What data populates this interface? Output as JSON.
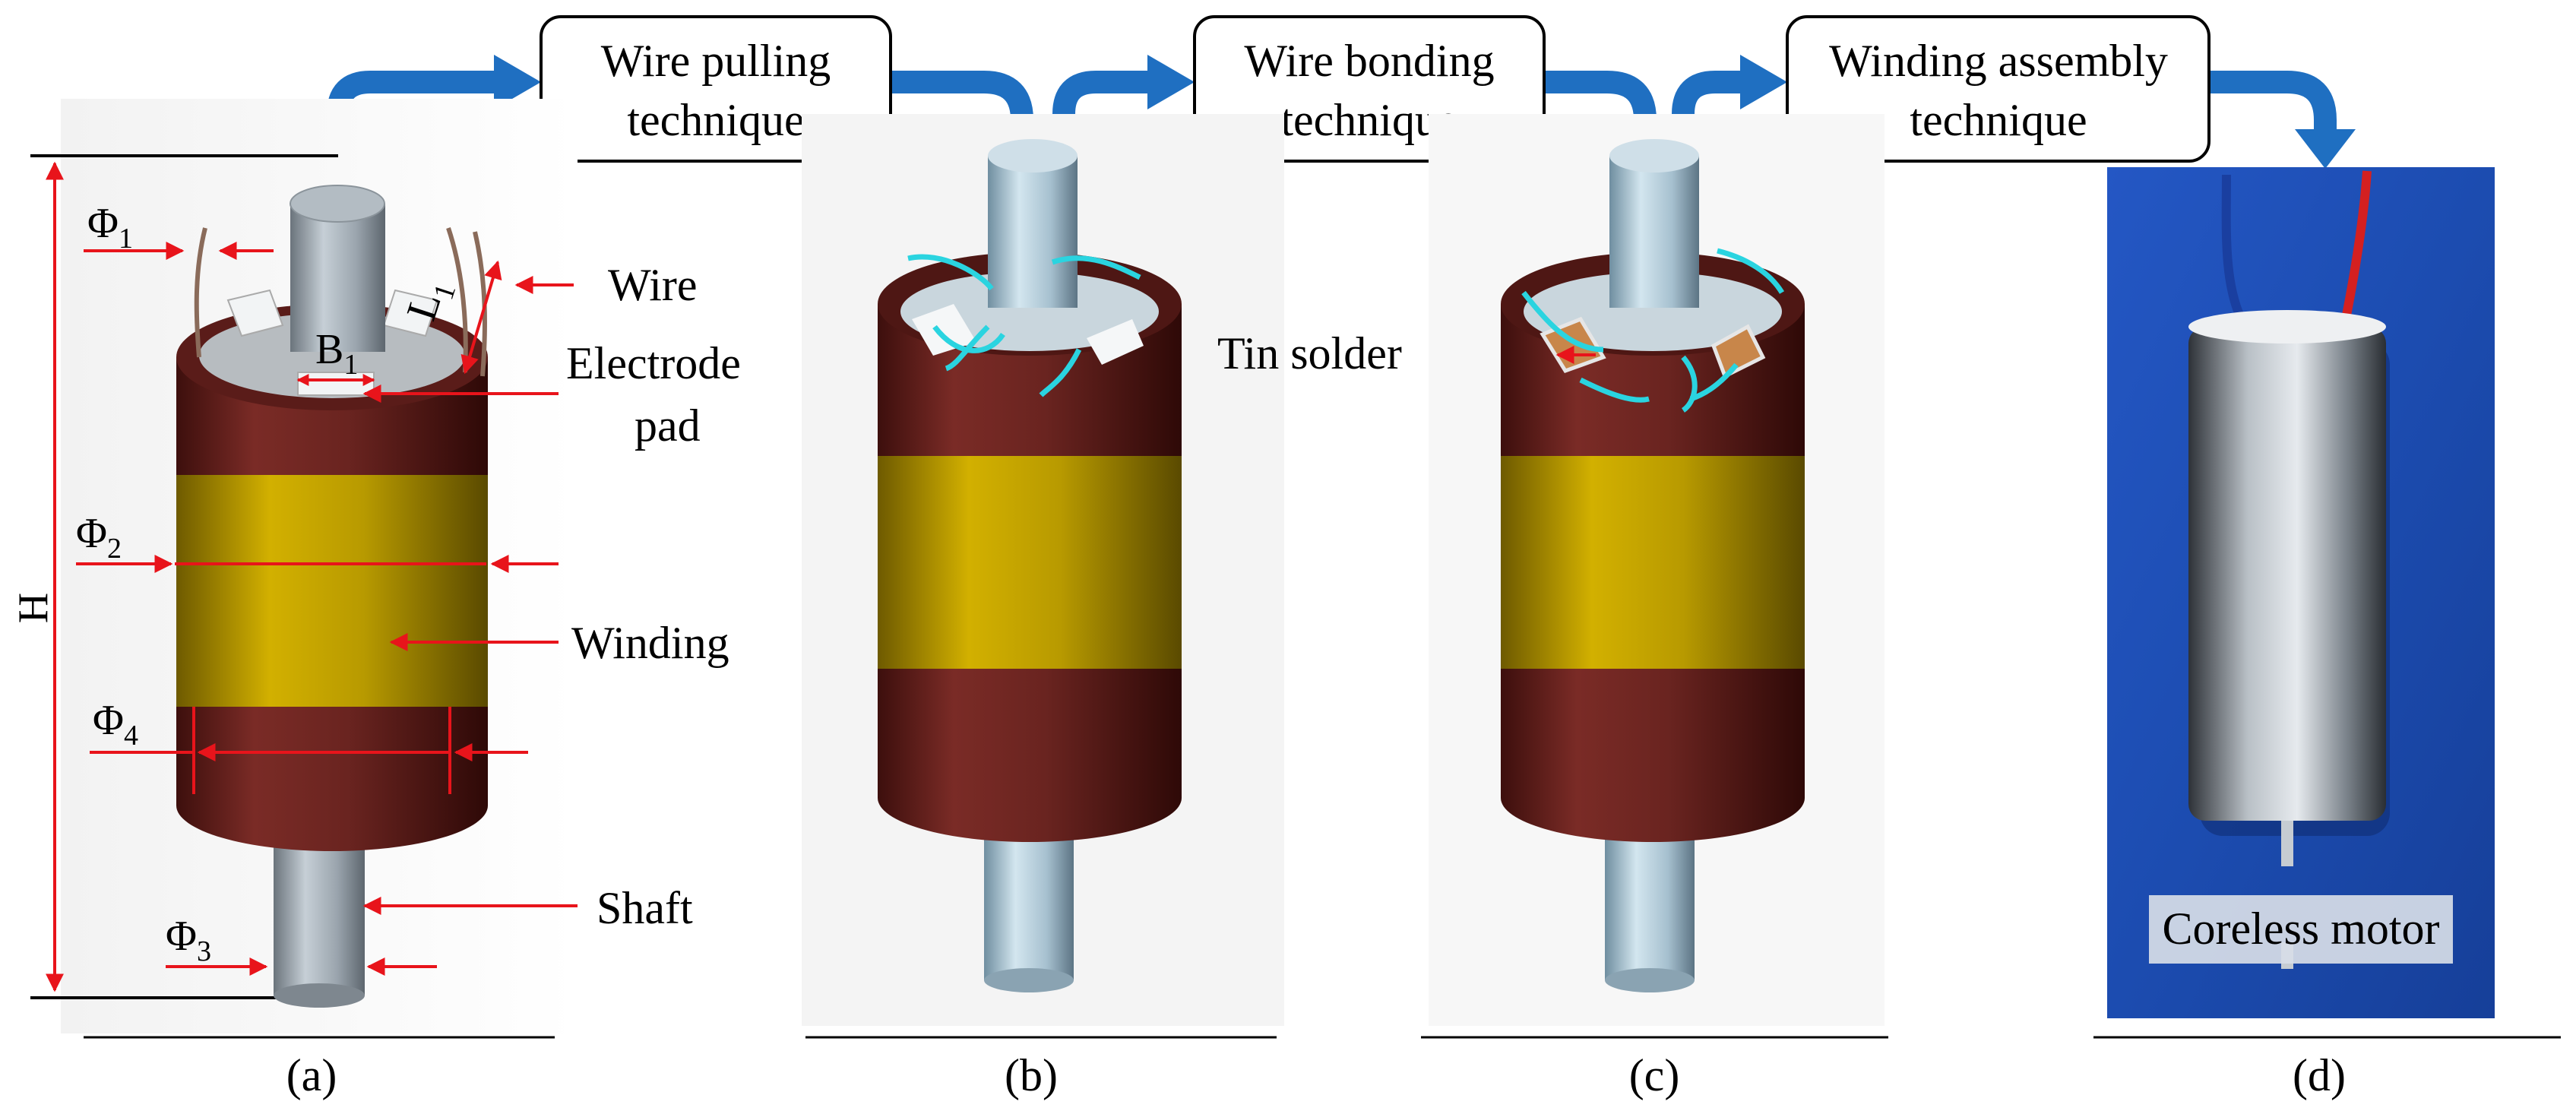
{
  "process_steps": [
    {
      "line1": "Wire pulling",
      "line2": "technique"
    },
    {
      "line1": "Wire bonding",
      "line2": "technique"
    },
    {
      "line1": "Winding assembly",
      "line2": "technique"
    }
  ],
  "panel_a": {
    "dimensions": {
      "phi1": "Φ",
      "phi1_sub": "1",
      "L1": "L",
      "L1_sub": "1",
      "B1": "B",
      "B1_sub": "1",
      "phi2": "Φ",
      "phi2_sub": "2",
      "phi3": "Φ",
      "phi3_sub": "3",
      "phi4": "Φ",
      "phi4_sub": "4",
      "height": "H"
    },
    "labels": {
      "wire": "Wire",
      "electrode_line1": "Electrode",
      "electrode_line2": "pad",
      "winding": "Winding",
      "shaft": "Shaft"
    }
  },
  "panel_c": {
    "tin_solder": "Tin solder"
  },
  "panel_d": {
    "motor_label": "Coreless motor"
  },
  "panel_labels": [
    "(a)",
    "(b)",
    "(c)",
    "(d)"
  ],
  "colors": {
    "flow_arrow": "#1f6fc1",
    "dimension_red": "#e8141b",
    "copper": "#6b2320",
    "gold": "#c8a400",
    "shaft_gray": "#9aa4ad",
    "wire_cyan": "#2ad4e0",
    "photo_blue": "#1e4fb8"
  }
}
